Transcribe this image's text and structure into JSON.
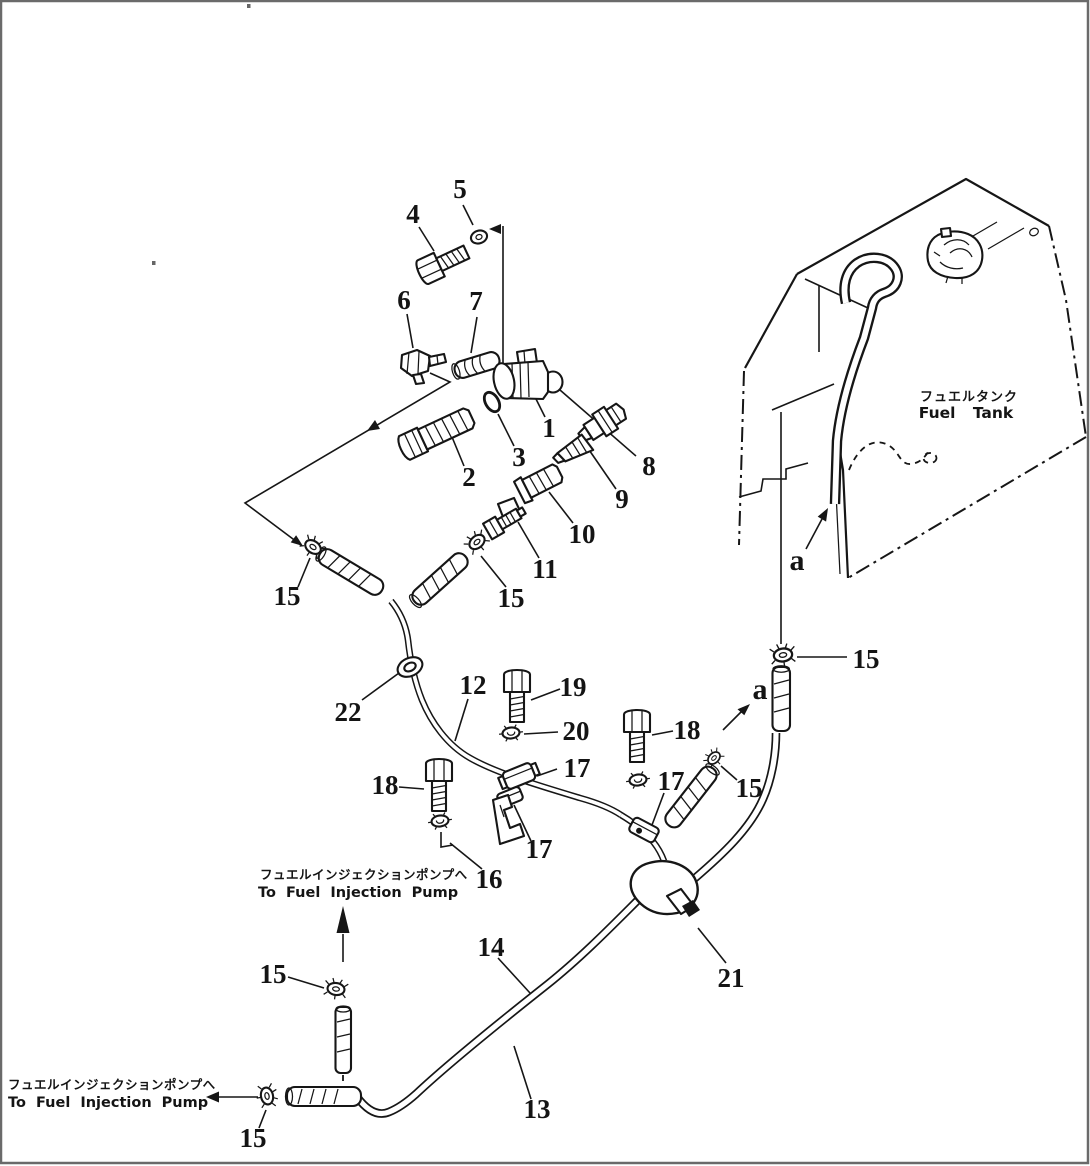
{
  "diagram": {
    "kind": "exploded-parts-diagram",
    "labels": {
      "fuel_tank_jp": "フュエルタンク",
      "fuel_tank_en": "Fuel Tank",
      "to_pump_jp": "フュエルインジェクションポンプへ",
      "to_pump_en": "To Fuel Injection Pump"
    },
    "colors": {
      "background": "#ffffff",
      "line": "#161616",
      "border": "#6a6a6a"
    }
  },
  "callouts": {
    "n1": "1",
    "n2": "2",
    "n3": "3",
    "n4": "4",
    "n5": "5",
    "n6": "6",
    "n7": "7",
    "n8": "8",
    "n9": "9",
    "n10": "10",
    "n11": "11",
    "n12": "12",
    "n13": "13",
    "n14": "14",
    "n16": "16",
    "n19": "19",
    "n20": "20",
    "n21": "21",
    "n22": "22",
    "n15_hose_left": "15",
    "n15_hose_right": "15",
    "n15_tank": "15",
    "n15_elbow": "15",
    "n15_pump_mid": "15",
    "n15_pump_left": "15",
    "n17_clamp_upper": "17",
    "n17_clamp_lower": "17",
    "n17_right": "17",
    "n18_left": "18",
    "n18_right": "18",
    "a_tank": "a",
    "a_hose": "a"
  }
}
